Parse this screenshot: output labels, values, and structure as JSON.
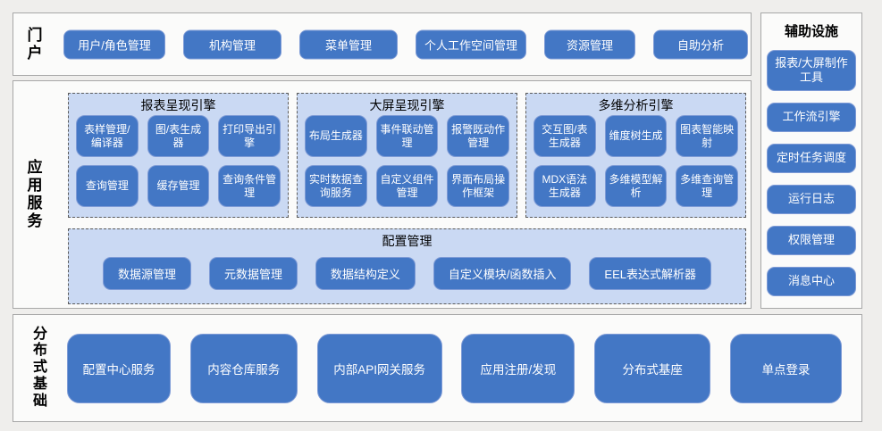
{
  "colors": {
    "page_bg": "#efeeec",
    "panel_bg": "#fbfbfa",
    "panel_border": "#a7a7a7",
    "button_fill": "#4377c5",
    "button_border": "#7e9bd6",
    "button_text": "#ffffff",
    "group_bg": "#cad9f3",
    "group_border": "#5a5a5a",
    "text_color": "#000000"
  },
  "portal": {
    "label": "门户",
    "items": [
      "用户/角色管理",
      "机构管理",
      "菜单管理",
      "个人工作空间管理",
      "资源管理",
      "自助分析"
    ]
  },
  "app_services": {
    "label": "应用服务",
    "engines": [
      {
        "title": "报表呈现引擎",
        "items": [
          "表样管理/编译器",
          "图/表生成器",
          "打印导出引擎",
          "查询管理",
          "缓存管理",
          "查询条件管理"
        ]
      },
      {
        "title": "大屏呈现引擎",
        "items": [
          "布局生成器",
          "事件联动管理",
          "报警既动作管理",
          "实时数据查询服务",
          "自定义组件管理",
          "界面布局操作框架"
        ]
      },
      {
        "title": "多维分析引擎",
        "items": [
          "交互图/表生成器",
          "维度树生成",
          "图表智能映射",
          "MDX语法生成器",
          "多维模型解析",
          "多维查询管理"
        ]
      }
    ],
    "config": {
      "title": "配置管理",
      "items": [
        "数据源管理",
        "元数据管理",
        "数据结构定义",
        "自定义模块/函数插入",
        "EEL表达式解析器"
      ]
    }
  },
  "auxiliary": {
    "title": "辅助设施",
    "items": [
      "报表/大屏制作工具",
      "工作流引擎",
      "定时任务调度",
      "运行日志",
      "权限管理",
      "消息中心"
    ]
  },
  "foundation": {
    "label": "分布式基础",
    "items": [
      "配置中心服务",
      "内容仓库服务",
      "内部API网关服务",
      "应用注册/发现",
      "分布式基座",
      "单点登录"
    ]
  }
}
